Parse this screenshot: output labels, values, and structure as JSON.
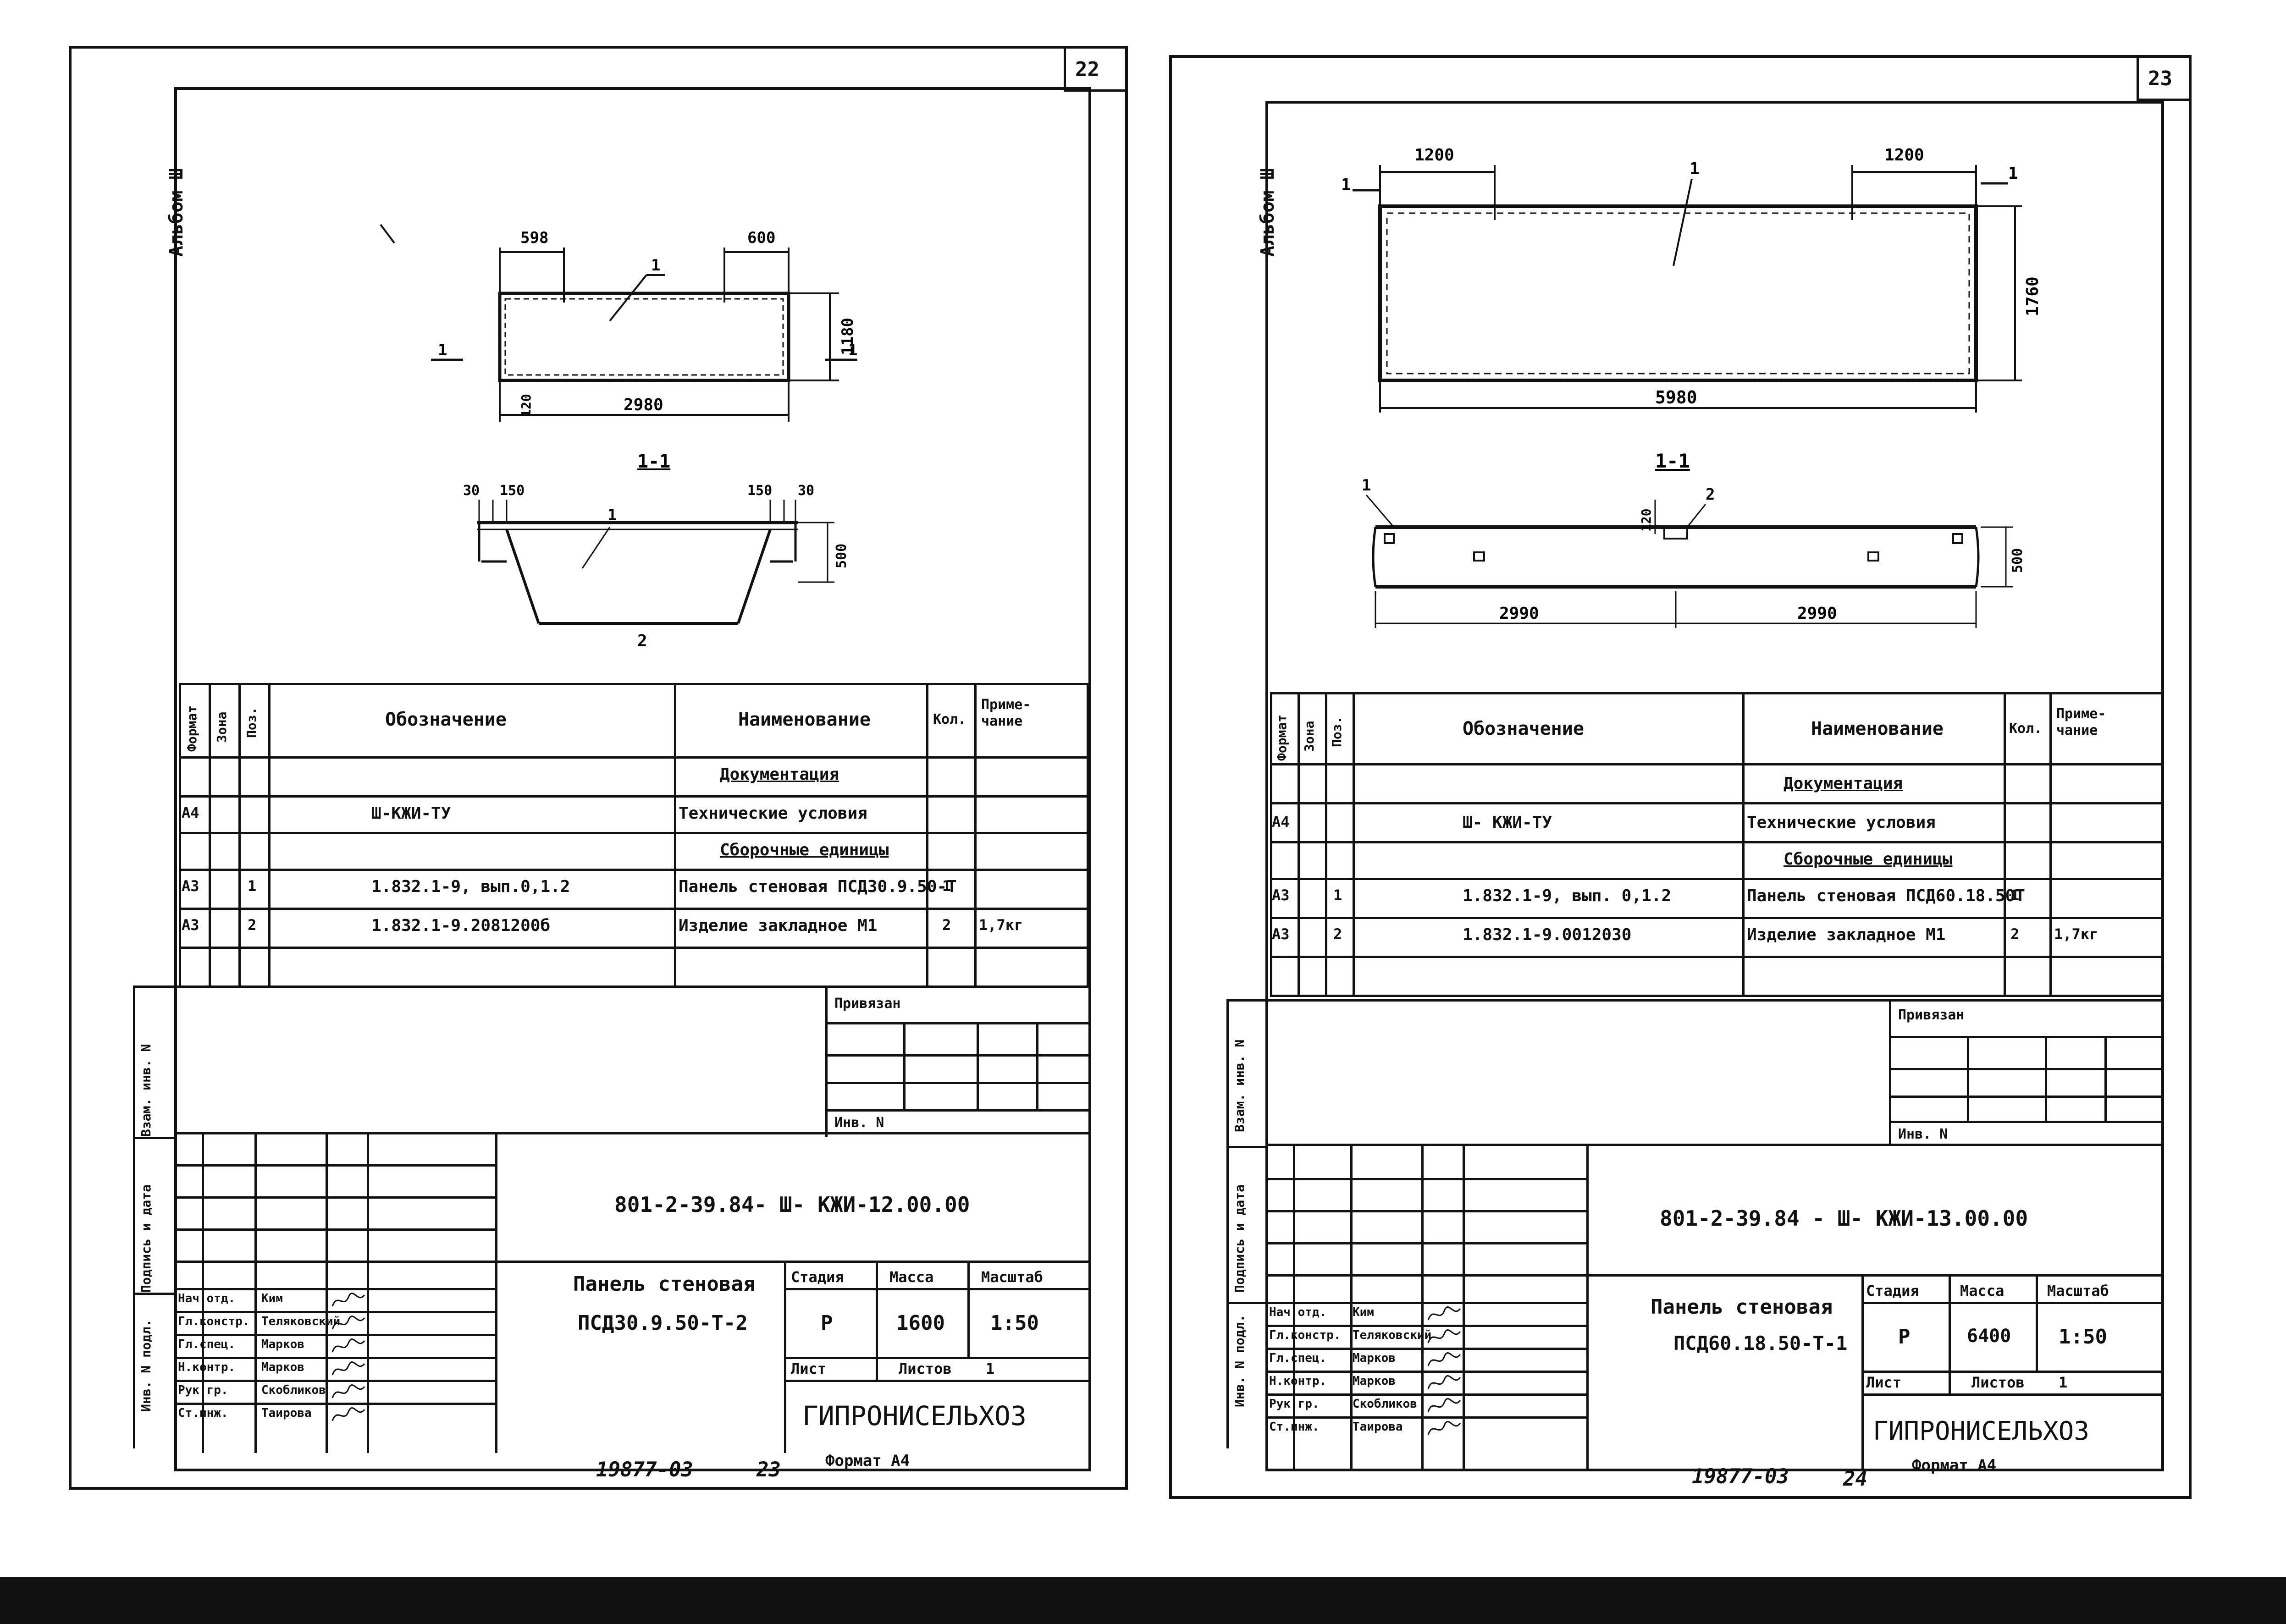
{
  "left": {
    "sheet_number": "22",
    "album": "Альбом Ш",
    "dims_plan": {
      "left": "598",
      "right": "600",
      "height": "1180",
      "width": "2980",
      "edge": "120"
    },
    "section_mark": "1-1",
    "section_dims": {
      "a": "30",
      "b": "150",
      "c": "150",
      "d": "30",
      "h": "500"
    },
    "cut_label": "1",
    "pos_labels": {
      "p1": "1",
      "p2": "2"
    },
    "spec": {
      "headers": {
        "format": "Формат",
        "zone": "Зона",
        "pos": "Поз.",
        "designation": "Обозначение",
        "name": "Наименование",
        "qty": "Кол.",
        "note": "Приме-\nчание"
      },
      "rows": [
        {
          "format": "",
          "pos": "",
          "designation": "",
          "name": "Документация",
          "qty": "",
          "note": "",
          "underline": true
        },
        {
          "format": "А4",
          "pos": "",
          "designation": "Ш-КЖИ-ТУ",
          "name": "Технические условия",
          "qty": "",
          "note": "",
          "underline": false
        },
        {
          "format": "",
          "pos": "",
          "designation": "",
          "name": "Сборочные единицы",
          "qty": "",
          "note": "",
          "underline": true
        },
        {
          "format": "А3",
          "pos": "1",
          "designation": "1.832.1-9, вып.0,1.2",
          "name": "Панель стеновая ПСД30.9.50-Т",
          "qty": "1",
          "note": "",
          "underline": false
        },
        {
          "format": "А3",
          "pos": "2",
          "designation": "1.832.1-9.2081200б",
          "name": "Изделие закладное М1",
          "qty": "2",
          "note": "1,7кг",
          "underline": false
        }
      ]
    },
    "side_labels": {
      "inv": "Инв. N подл.",
      "sign": "Подпись и дата",
      "vzam": "Взам. инв. N"
    },
    "privyazan": "Привязан",
    "inv_n": "Инв. N",
    "code": "801-2-39.84- Ш- КЖИ-12.00.00",
    "title_line1": "Панель стеновая",
    "title_line2": "ПСД30.9.50-Т-2",
    "stage_hdr": "Стадия",
    "mass_hdr": "Масса",
    "scale_hdr": "Масштаб",
    "stage": "Р",
    "mass": "1600",
    "scale": "1:50",
    "list_label": "Лист",
    "lists_label": "Листов",
    "lists_value": "1",
    "org": "ГИПРОНИСЕЛЬХОЗ",
    "roles": [
      "Нач.отд.",
      "Гл.констр.",
      "Гл.спец.",
      "Н.контр.",
      "Рук.гр.",
      "Ст.инж."
    ],
    "names": [
      "Ким",
      "Теляковский",
      "Марков",
      "Марков",
      "Скобликов",
      "Таирова"
    ],
    "bottom_num": "19877-03",
    "bottom_page": "23",
    "format_label": "Формат А4"
  },
  "right": {
    "sheet_number": "23",
    "album": "Альбом Ш",
    "dims_plan": {
      "left": "1200",
      "right": "1200",
      "height": "1760",
      "width": "5980"
    },
    "section_mark": "1-1",
    "section_dims": {
      "top": "120",
      "h": "500",
      "w1": "2990",
      "w2": "2990"
    },
    "cut_label": "1",
    "pos_labels": {
      "p1": "1",
      "p2": "2"
    },
    "spec": {
      "headers": {
        "format": "Формат",
        "zone": "Зона",
        "pos": "Поз.",
        "designation": "Обозначение",
        "name": "Наименование",
        "qty": "Кол.",
        "note": "Приме-\nчание"
      },
      "rows": [
        {
          "format": "",
          "pos": "",
          "designation": "",
          "name": "Документация",
          "qty": "",
          "note": "",
          "underline": true
        },
        {
          "format": "А4",
          "pos": "",
          "designation": "Ш- КЖИ-ТУ",
          "name": "Технические условия",
          "qty": "",
          "note": "",
          "underline": false
        },
        {
          "format": "",
          "pos": "",
          "designation": "",
          "name": "Сборочные единицы",
          "qty": "",
          "note": "",
          "underline": true
        },
        {
          "format": "А3",
          "pos": "1",
          "designation": "1.832.1-9, вып. 0,1.2",
          "name": "Панель стеновая ПСД60.18.50Т",
          "qty": "1",
          "note": "",
          "underline": false
        },
        {
          "format": "А3",
          "pos": "2",
          "designation": "1.832.1-9.0012030",
          "name": "Изделие закладное М1",
          "qty": "2",
          "note": "1,7кг",
          "underline": false
        }
      ]
    },
    "side_labels": {
      "inv": "Инв. N подл.",
      "sign": "Подпись и дата",
      "vzam": "Взам. инв. N"
    },
    "privyazan": "Привязан",
    "inv_n": "Инв. N",
    "code": "801-2-39.84 - Ш- КЖИ-13.00.00",
    "title_line1": "Панель стеновая",
    "title_line2": "ПСД60.18.50-Т-1",
    "stage_hdr": "Стадия",
    "mass_hdr": "Масса",
    "scale_hdr": "Масштаб",
    "stage": "Р",
    "mass": "6400",
    "scale": "1:50",
    "list_label": "Лист",
    "lists_label": "Листов",
    "lists_value": "1",
    "org": "ГИПРОНИСЕЛЬХОЗ",
    "roles": [
      "Нач.отд.",
      "Гл.констр.",
      "Гл.спец.",
      "Н.контр.",
      "Рук.гр.",
      "Ст.инж."
    ],
    "names": [
      "Ким",
      "Теляковский",
      "Марков",
      "Марков",
      "Скобликов",
      "Таирова"
    ],
    "bottom_num": "19877-03",
    "bottom_page": "24",
    "format_label": "Формат А4"
  }
}
